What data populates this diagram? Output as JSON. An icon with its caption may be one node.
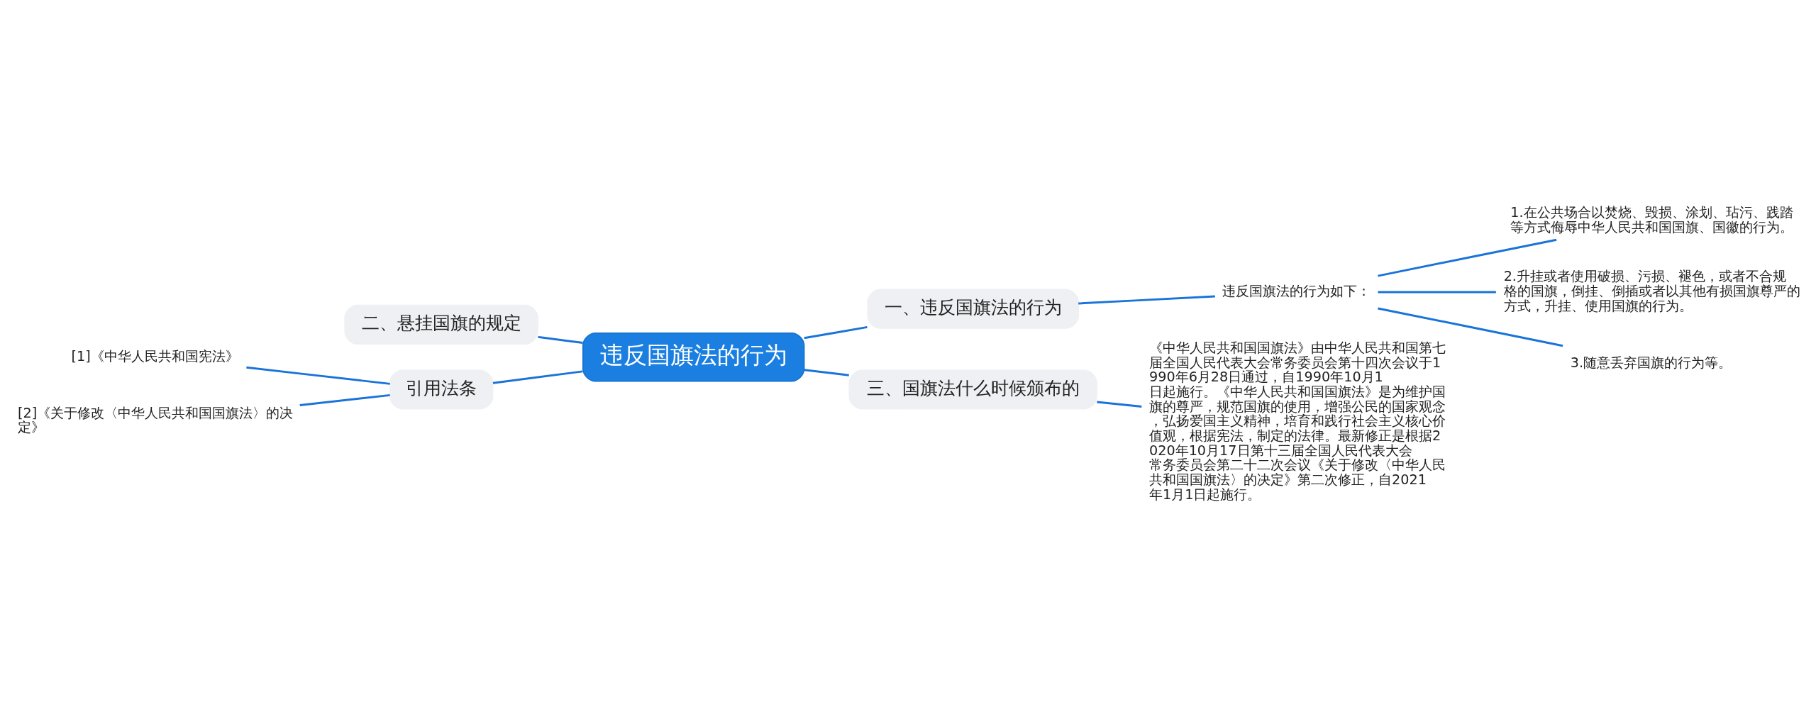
{
  "diagram": {
    "nodes": [
      {
        "text": [
          "违反国旗法的行为"
        ]
      },
      {
        "text": [
          "一、违反国旗法的行为"
        ]
      },
      {
        "text": [
          "违反国旗法的行为如下："
        ]
      },
      {
        "text": [
          "1.在公共场合以焚烧、毁损、涂划、玷污、践踏等方式侮辱中华人民共和国国旗、国徽的行为。"
        ]
      },
      {
        "text": [
          "2.升挂或者使用破损、污损、褪色，或者不合规格的国旗，倒挂、倒插或者以其他有损国旗尊严的方式，升挂、使用国旗的行为。"
        ]
      },
      {
        "text": [
          "3.随意丢弃国旗的行为等。"
        ]
      },
      {
        "text": [
          "三、国旗法什么时候颁布的"
        ]
      },
      {
        "text": [
          "《中华人民共和国国旗法》由中华人民共和国第七届全国人民代表大会常务委员会第十四次会议于1990年6月28日通过，自1990年10月1日起施行。《中华人民共和国国旗法》是为维护国旗的尊严，规范国旗的使用，增强公民的国家观念，弘扬爱国主义精神，培育和践行社会主义核心价值观，根据宪法，制定的法律。最新修正是根据2020年10月17日第十三届全国人民代表大会常务委员会第二十二次会议《关于修改〈中华人民共和国国旗法〉的决定》第二次修正，自2021年1月1日起施行。"
        ]
      },
      {
        "text": [
          "二、悬挂国旗的规定"
        ]
      },
      {
        "text": [
          "引用法条"
        ]
      },
      {
        "text": [
          "[1]《中华人民共和国宪法》"
        ]
      },
      {
        "text": [
          "[2]《关于修改〈中华人民共和国国旗法〉的决定》"
        ]
      }
    ],
    "edges": [
      {
        "from": 0,
        "to": 1,
        "arrow": "none"
      },
      {
        "from": 1,
        "to": 2,
        "arrow": "none"
      },
      {
        "from": 2,
        "to": 3,
        "arrow": "none"
      },
      {
        "from": 2,
        "to": 4,
        "arrow": "none"
      },
      {
        "from": 2,
        "to": 5,
        "arrow": "none"
      },
      {
        "from": 0,
        "to": 6,
        "arrow": "none"
      },
      {
        "from": 6,
        "to": 7,
        "arrow": "none"
      },
      {
        "from": 0,
        "to": 8,
        "arrow": "none"
      },
      {
        "from": 0,
        "to": 9,
        "arrow": "none"
      },
      {
        "from": 9,
        "to": 10,
        "arrow": "none"
      },
      {
        "from": 9,
        "to": 11,
        "arrow": "none"
      }
    ]
  }
}
